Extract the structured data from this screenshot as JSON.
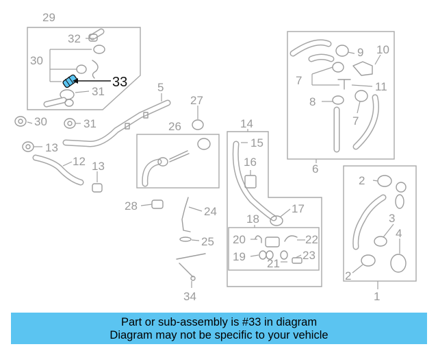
{
  "banner": {
    "line1": "Part or sub-assembly is #33 in diagram",
    "line2": "Diagram may not be specific to your vehicle"
  },
  "highlight_color": "#5bc4f1",
  "callouts": {
    "c1": "1",
    "c2a": "2",
    "c2b": "2",
    "c3": "3",
    "c4": "4",
    "c5": "5",
    "c6": "6",
    "c7a": "7",
    "c7b": "7",
    "c8": "8",
    "c9": "9",
    "c10": "10",
    "c11": "11",
    "c12": "12",
    "c13a": "13",
    "c13b": "13",
    "c14": "14",
    "c15": "15",
    "c16": "16",
    "c17": "17",
    "c18": "18",
    "c19": "19",
    "c20": "20",
    "c21": "21",
    "c22": "22",
    "c23": "23",
    "c24": "24",
    "c25": "25",
    "c26": "26",
    "c27": "27",
    "c28": "28",
    "c29": "29",
    "c30a": "30",
    "c30b": "30",
    "c31a": "31",
    "c31b": "31",
    "c32": "32",
    "c33": "33",
    "c34": "34"
  }
}
